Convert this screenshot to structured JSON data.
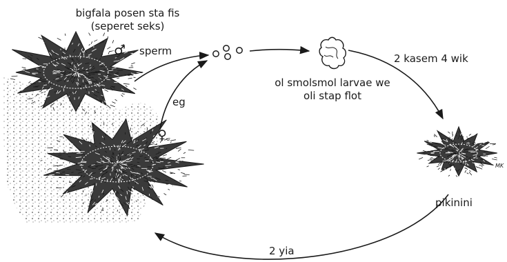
{
  "labels": {
    "adults_title_line1": "bigfala posen sta fis",
    "adults_title_line2": "(seperet seks)",
    "male_symbol": "♂",
    "sperm": "sperm",
    "egg": "eg",
    "female_symbol": "♀",
    "larvae_line1": "ol smolsmol larvae we",
    "larvae_line2": "oli stap flot",
    "larva_duration": "2 kasem 4 wik",
    "juvenile": "pikinini",
    "juvenile_duration": "2 yia"
  },
  "colors": {
    "ink": "#1a1a1a",
    "background": "#ffffff"
  }
}
